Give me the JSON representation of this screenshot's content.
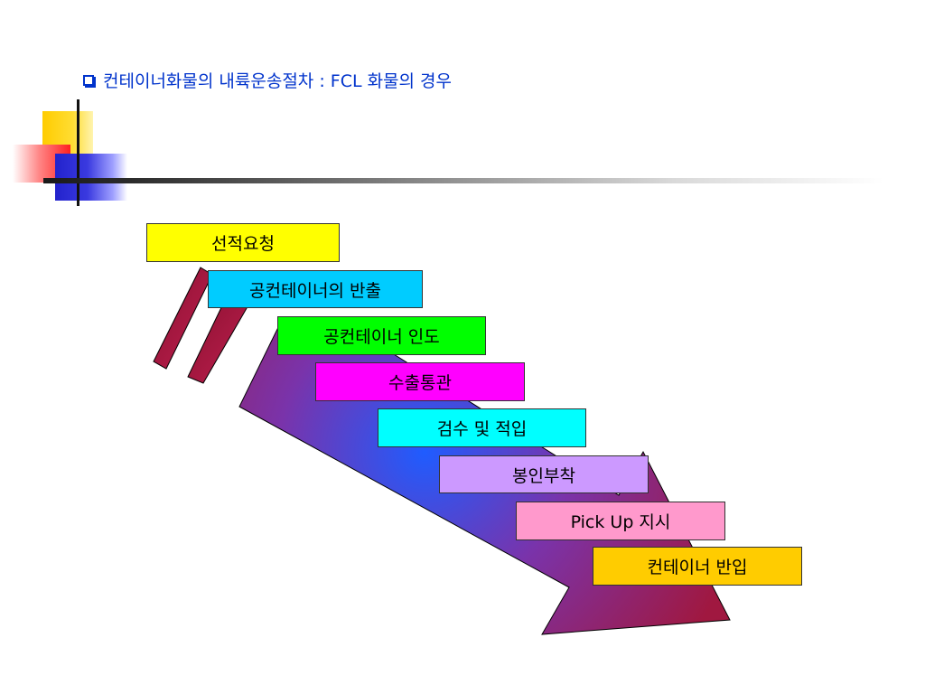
{
  "title": "컨테이너화물의 내륙운송절차 : FCL 화물의 경우",
  "colors": {
    "title": "#0033cc",
    "arrow_dark": "#a01840",
    "arrow_mid": "#7a33aa",
    "arrow_center": "#1f5cff"
  },
  "steps": [
    {
      "label": "선적요청",
      "color": "#ffff00"
    },
    {
      "label": "공컨테이너의 반출",
      "color": "#00ccff"
    },
    {
      "label": "공컨테이너 인도",
      "color": "#00ff00"
    },
    {
      "label": "수출통관",
      "color": "#ff00ff"
    },
    {
      "label": "검수 및 적입",
      "color": "#00ffff"
    },
    {
      "label": "봉인부착",
      "color": "#cc99ff"
    },
    {
      "label": "Pick Up 지시",
      "color": "#ff99cc"
    },
    {
      "label": "컨테이너 반입",
      "color": "#ffcc00"
    }
  ]
}
